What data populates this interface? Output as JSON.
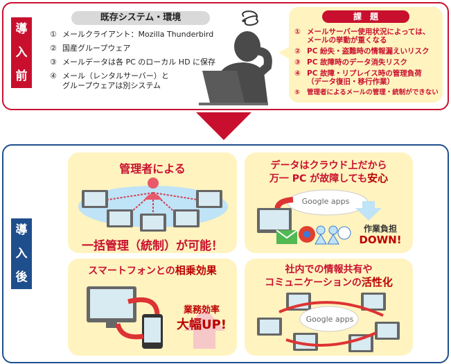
{
  "before": {
    "label": [
      "導",
      "入",
      "前"
    ],
    "header": "既存システム・環境",
    "items": [
      {
        "num": "①",
        "text": "メールクライアント：Mozilla Thunderbird"
      },
      {
        "num": "②",
        "text": "国産グループウェア"
      },
      {
        "num": "③",
        "text": "メールデータは各 PC のローカル HD に保存"
      },
      {
        "num": "④",
        "text": "メール（レンタルサーバー）と"
      },
      {
        "num": "",
        "text": "グループウェアは別システム"
      }
    ],
    "issue_title": "課　題",
    "issues": [
      {
        "num": "①",
        "text": "メールサーバー使用状況によっては、"
      },
      {
        "num": "",
        "text": "メールの挙動が重くなる"
      },
      {
        "num": "②",
        "text": "PC 紛失・盗難時の情報漏えいリスク"
      },
      {
        "num": "③",
        "text": "PC 故障時のデータ消失リスク"
      },
      {
        "num": "④",
        "text": "PC 故障・リプレイス時の管理負荷"
      },
      {
        "num": "",
        "text": "（データ復旧・移行作業）"
      },
      {
        "num": "⑤",
        "text": "管理者によるメールの管理・統制ができない"
      }
    ]
  },
  "after": {
    "label": [
      "導",
      "入",
      "後"
    ],
    "panels": {
      "admin": {
        "title": "管理者による",
        "caption": "一括管理（統制）が可能！"
      },
      "cloud": {
        "line1": "データはクラウド上だから",
        "line2a": "万一 PC が故障しても",
        "line2b": "安心",
        "badge": "Google apps",
        "work1": "作業負担",
        "work2": "DOWN!"
      },
      "smartphone": {
        "title_a": "スマートフォンとの",
        "title_b": "相乗効果",
        "eff1": "業務効率",
        "eff2": "大幅UP!"
      },
      "share": {
        "line1": "社内での情報共有や",
        "line2a": "コミュニケーションの",
        "line2b": "活性化",
        "badge": "Google apps"
      }
    }
  }
}
